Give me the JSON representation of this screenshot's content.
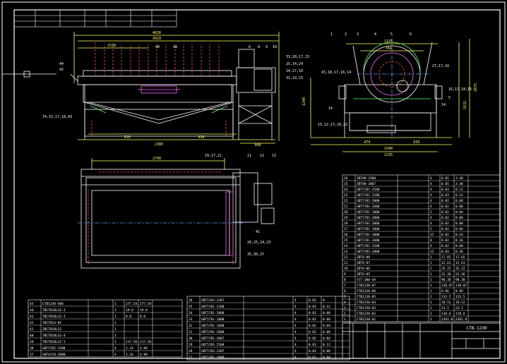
{
  "drawing": {
    "title_code": "CTB-1230",
    "dims_front": {
      "overall": "4630",
      "inner": "3910",
      "left_part": "1530",
      "bottom_total": "2380",
      "right_ext": "900",
      "bottom_left": "910",
      "bottom_right": "910",
      "left_tag_a": "44",
      "left_tag_b": "42",
      "left_tag_c": "74,15,17,16,43"
    },
    "callouts_front_top": [
      "40",
      "39",
      "6",
      "8",
      "9",
      "10"
    ],
    "callouts_front_right": [
      "33,20,17,15",
      "25,14,24",
      "24,17,16",
      "31,19,15"
    ],
    "dims_side": {
      "top1": "1325",
      "top2": "764",
      "h_right": "2075",
      "h_right2": "1632",
      "bottom_a": "679",
      "bottom_b": "635",
      "bottom_total": "2235",
      "bottom_mid": "1540",
      "left_h": "1240"
    },
    "callouts_side_top": [
      "1",
      "2",
      "3",
      "4",
      "5",
      "6"
    ],
    "callouts_side_left": [
      "43,18,17,16,14",
      "14",
      "15,12,17,16,22"
    ],
    "callouts_side_right": [
      "27,17,16",
      "16,17,18,15",
      "5",
      "14"
    ],
    "dims_plan": {
      "top": "2790",
      "callout_a": "19,17,21",
      "callout_b": "11",
      "callout_c": "12",
      "callout_d": "13"
    },
    "callouts_plan_right": [
      "41",
      "26,25,24,23",
      "35,36,37"
    ],
    "parts_upper_rows": [
      [
        "26",
        "ZBT08-2500",
        "",
        "4",
        "0.85",
        "3.40"
      ],
      [
        "25",
        "ZBT08-2007",
        "",
        "4",
        "0.85",
        "3.40"
      ],
      [
        "24",
        "GBT5781-2500",
        "",
        "4",
        "0.03",
        "0.12"
      ],
      [
        "23",
        "GBT5781-2200",
        "",
        "4",
        "0.03",
        "0.12"
      ],
      [
        "22",
        "GBT5781-2000",
        "",
        "4",
        "0.02",
        "0.08"
      ],
      [
        "21",
        "GBT5781-1600",
        "",
        "4",
        "0.02",
        "0.08"
      ],
      [
        "20",
        "GBT5781-1800",
        "",
        "2",
        "0.02",
        "0.04"
      ],
      [
        "19",
        "GBT5781-2000",
        "",
        "4",
        "0.02",
        "0.08"
      ],
      [
        "18",
        "GBT5781-2000",
        "",
        "4",
        "0.02",
        "0.08"
      ],
      [
        "17",
        "GBT5781-1800",
        "",
        "2",
        "0.02",
        "0.04"
      ],
      [
        "16",
        "GBT5781-1808",
        "",
        "12",
        "0.02",
        "0.24"
      ],
      [
        "15",
        "GBT5781-1600",
        "",
        "8",
        "0.02",
        "0.16"
      ],
      [
        "14",
        "GBT5781-1500",
        "",
        "4",
        "0.02",
        "0.08"
      ],
      [
        "13",
        "GBT5782-1800",
        "",
        "12",
        "0.03",
        "0.36"
      ],
      [
        "12",
        "ZBT8-08",
        "",
        "1",
        "17.65",
        "17.65"
      ],
      [
        "11",
        "ZBT8-07",
        "",
        "1",
        "12.61",
        "12.61"
      ],
      [
        "10",
        "ZBT8-06",
        "",
        "1",
        "35.22",
        "35.22"
      ],
      [
        "9",
        "ZBT8-05",
        "",
        "1",
        "22.36",
        "22.36"
      ],
      [
        "8",
        "YCT-200-4A",
        "",
        "1",
        "98.38",
        "98.38"
      ],
      [
        "7",
        "CTB1230-07",
        "",
        "1",
        "138.07",
        "138.07"
      ],
      [
        "6",
        "CTB1230-06",
        "",
        "1",
        "8.96",
        "8.96"
      ],
      [
        "5",
        "CTB1230-05",
        "",
        "1",
        "133.5",
        "133.5"
      ],
      [
        "4",
        "CTB1230-04",
        "",
        "1",
        "18.52",
        "18.52"
      ],
      [
        "3",
        "CTB1230-03",
        "",
        "1",
        "23.5",
        "23.5"
      ],
      [
        "2",
        "CTB1230-02",
        "",
        "1",
        "118.6",
        "118.6"
      ],
      [
        "1",
        "CTB1230-01",
        "",
        "1",
        "2361.8",
        "2361.8"
      ]
    ],
    "parts_bottom_left": [
      [
        "45",
        "CTB1230-408",
        "",
        "1",
        "277.54",
        "277.54"
      ],
      [
        "44",
        "TBCT818L32-3",
        "",
        "1",
        "19.0",
        "19.0"
      ],
      [
        "43",
        "TBCT818L32-3",
        "",
        "1",
        "8.0",
        "8.0"
      ],
      [
        "42",
        "TBCT814-05",
        "",
        "1",
        "",
        ""
      ],
      [
        "41",
        "ZBCT818L32",
        "",
        "1",
        "",
        ""
      ],
      [
        "40",
        "TBCT818L32-4",
        "",
        "1",
        "",
        ""
      ],
      [
        "39",
        "TBCT818L32-1",
        "",
        "1",
        "117.56",
        "117.56"
      ],
      [
        "38",
        "GBT5782-2500",
        "",
        "4",
        "1.24",
        "4.96"
      ],
      [
        "37",
        "GBT6170-2000",
        "",
        "4",
        "1.24",
        "4.96"
      ]
    ],
    "parts_bottom_mid": [
      [
        "36",
        "GBT5783-2307",
        "",
        "4",
        "0.03",
        "0"
      ],
      [
        "35",
        "GBT5781-2200",
        "",
        "4",
        "0.03",
        "0.12"
      ],
      [
        "34",
        "GBT5781-2000",
        "",
        "4",
        "0.02",
        "0.08"
      ],
      [
        "33",
        "GBT5781-1800",
        "",
        "4",
        "0.02",
        "0.08"
      ],
      [
        "32",
        "GBT5781-1600",
        "",
        "4",
        "0.02",
        "0.04"
      ],
      [
        "31",
        "GBT5781-2000",
        "",
        "4",
        "0.02",
        "0.08"
      ],
      [
        "30",
        "GBT5781-2007",
        "",
        "4",
        "0.02",
        "0.04"
      ],
      [
        "29",
        "GBT5781-2500",
        "",
        "4",
        "0.03",
        "0.12"
      ],
      [
        "28",
        "GBT5783-2307",
        "",
        "4",
        "0.03",
        "0.08"
      ],
      [
        "27",
        "GBT5781-2000",
        "",
        "4",
        "0.02",
        "0.04"
      ]
    ],
    "colors": {
      "background": "#000000",
      "line": "#ffffff",
      "dim": "#ffff66",
      "hidden": "#ff5050",
      "center": "#60a0ff",
      "magenta": "#ff66ff",
      "green": "#66ff66"
    }
  }
}
